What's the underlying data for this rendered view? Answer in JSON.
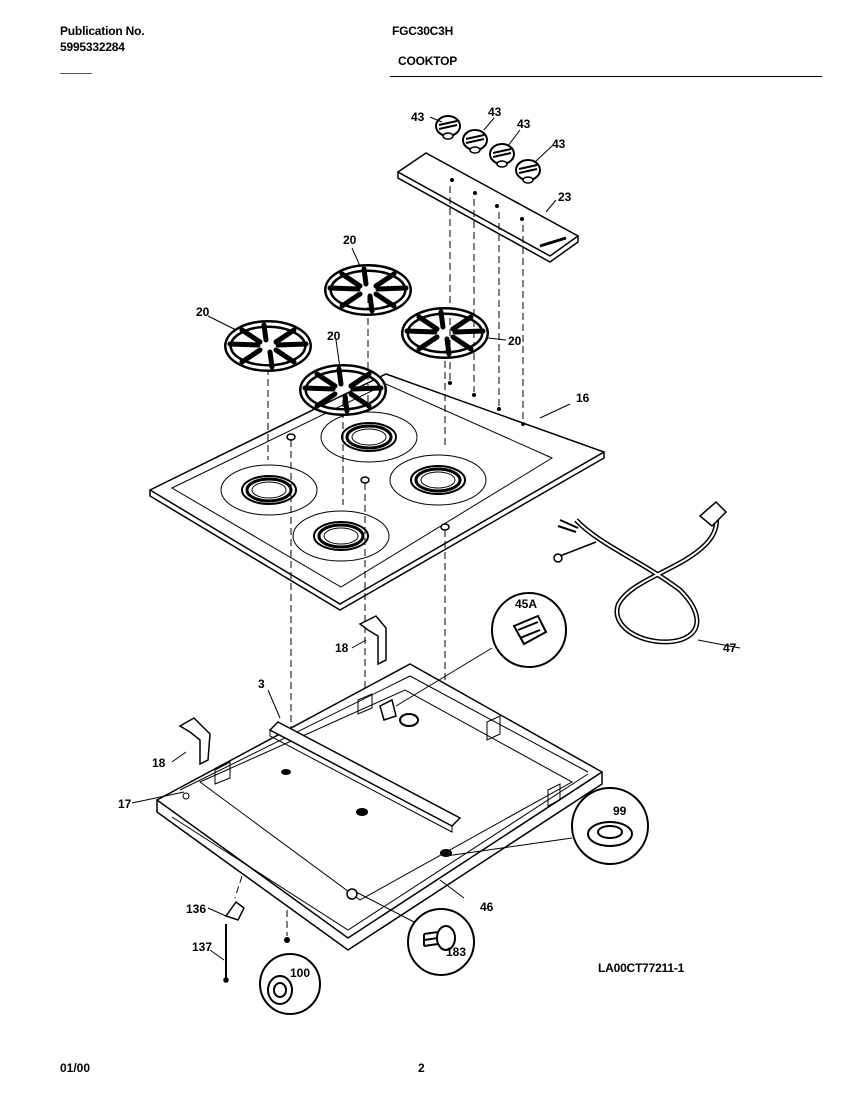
{
  "header": {
    "publication_label": "Publication No.",
    "publication_number": "5995332284",
    "model": "FGC30C3H",
    "section": "COOKTOP"
  },
  "callouts": {
    "p43": "43",
    "p23": "23",
    "p20": "20",
    "p16": "16",
    "p45a": "45A",
    "p47": "47",
    "p18": "18",
    "p3": "3",
    "p17": "17",
    "p99": "99",
    "p46": "46",
    "p136": "136",
    "p137": "137",
    "p183": "183",
    "p100": "100"
  },
  "drawing_id": "LA00CT77211-1",
  "footer": {
    "date": "01/00",
    "page": "2"
  }
}
